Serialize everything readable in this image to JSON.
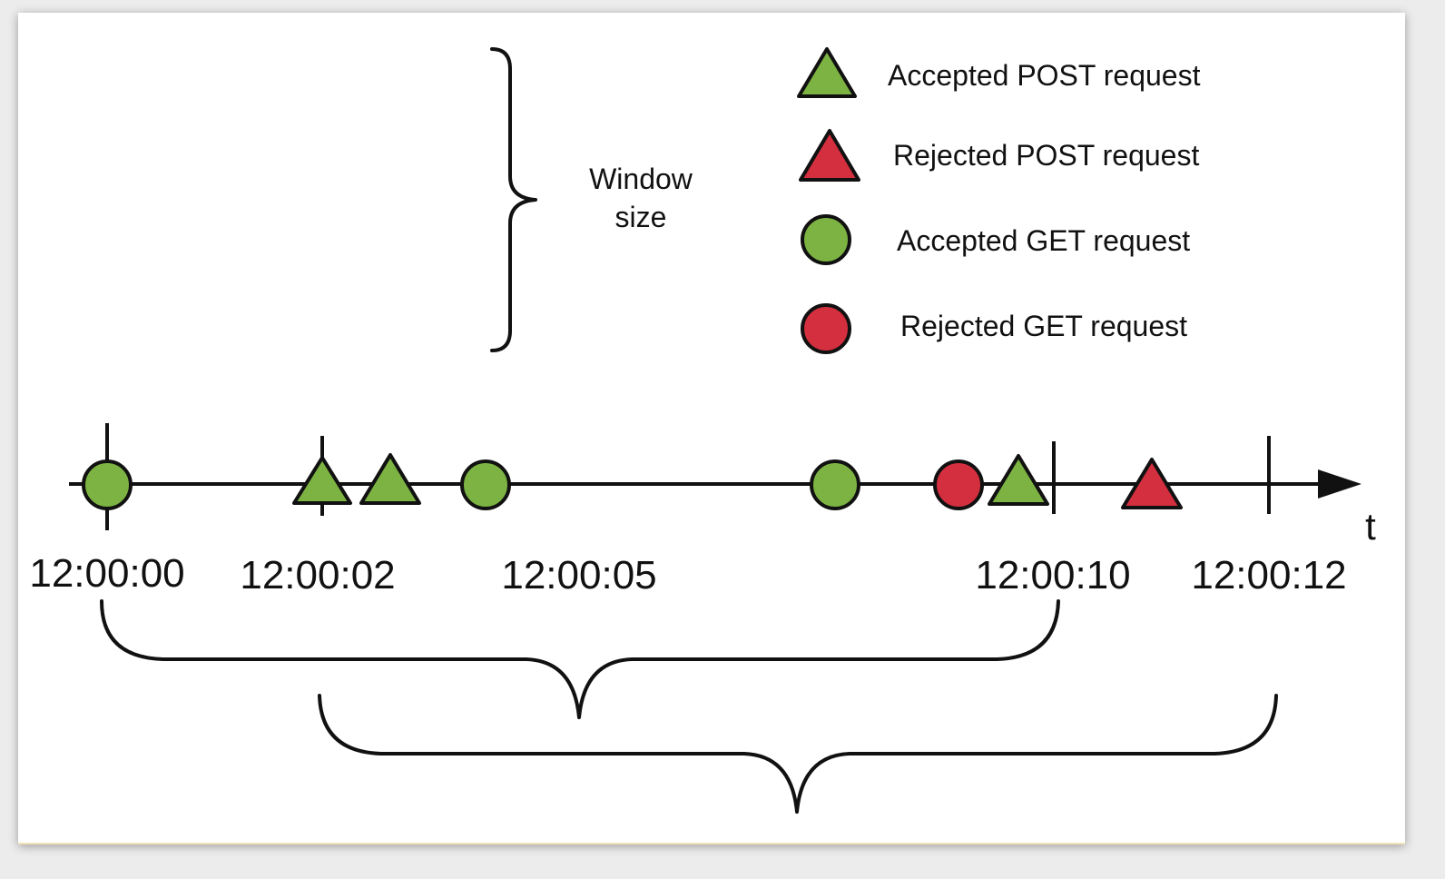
{
  "legend": {
    "window_size_line1": "Window",
    "window_size_line2": "size",
    "items": [
      {
        "label": "Accepted POST request",
        "shape": "triangle",
        "color": "#7cb342"
      },
      {
        "label": "Rejected POST request",
        "shape": "triangle",
        "color": "#d32f3e"
      },
      {
        "label": "Accepted GET request",
        "shape": "circle",
        "color": "#7cb342"
      },
      {
        "label": "Rejected GET request",
        "shape": "circle",
        "color": "#d32f3e"
      }
    ]
  },
  "timeline": {
    "axis_label": "t",
    "time_labels": [
      "12:00:00",
      "12:00:02",
      "12:00:05",
      "12:00:10",
      "12:00:12"
    ],
    "events": [
      {
        "type": "Accepted GET request"
      },
      {
        "type": "Accepted POST request"
      },
      {
        "type": "Accepted POST request"
      },
      {
        "type": "Accepted GET request"
      },
      {
        "type": "Accepted GET request"
      },
      {
        "type": "Rejected GET request"
      },
      {
        "type": "Accepted POST request"
      },
      {
        "type": "Rejected POST request"
      }
    ]
  },
  "colors": {
    "accepted": "#7cb342",
    "rejected": "#d32f3e",
    "stroke": "#111111"
  }
}
